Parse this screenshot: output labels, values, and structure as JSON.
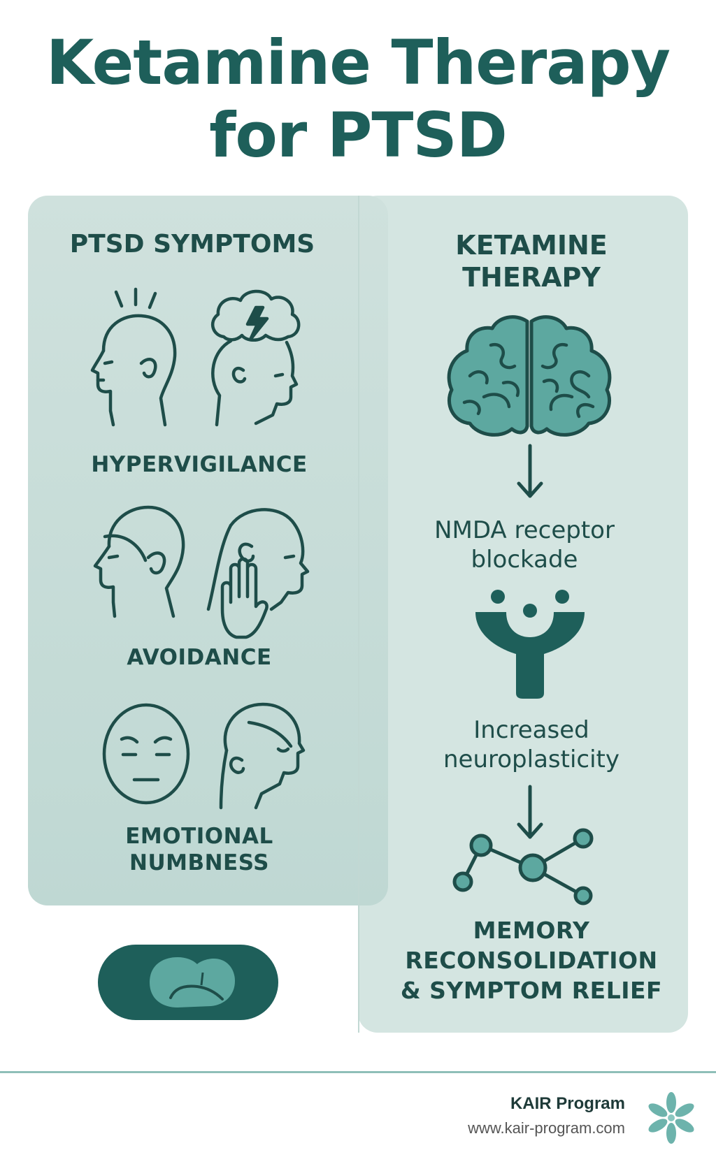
{
  "title": {
    "line1": "Ketamine Therapy",
    "line2": "for PTSD"
  },
  "left": {
    "heading": "PTSD SYMPTOMS",
    "symptoms": [
      {
        "label": "HYPERVIGILANCE",
        "icons": [
          "alert-head-icon",
          "storm-cloud-head-icon"
        ]
      },
      {
        "label": "AVOIDANCE",
        "icons": [
          "head-profile-icon",
          "hand-stop-head-icon"
        ]
      },
      {
        "label_line1": "EMOTIONAL",
        "label_line2": "NUMBNESS",
        "icons": [
          "numb-face-icon",
          "closed-eyes-head-icon"
        ]
      }
    ],
    "pill_icon": "capsule-icon"
  },
  "right": {
    "heading_line1": "KETAMINE",
    "heading_line2": "THERAPY",
    "steps": [
      {
        "icon": "brain-icon"
      },
      {
        "line1": "NMDA receptor",
        "line2": "blockade",
        "icon": "receptor-icon"
      },
      {
        "line1": "Increased",
        "line2": "neuroplasticity",
        "icon": "network-icon"
      },
      {
        "line1": "MEMORY",
        "line2": "RECONSOLIDATION",
        "line3": "& SYMPTOM RELIEF"
      }
    ]
  },
  "footer": {
    "brand": "KAIR Program",
    "url": "www.kair-program.com",
    "logo_icon": "flower-logo-icon"
  },
  "colors": {
    "primary": "#1e5f5a",
    "panel": "#cfe1dd",
    "accent": "#5da8a0"
  }
}
